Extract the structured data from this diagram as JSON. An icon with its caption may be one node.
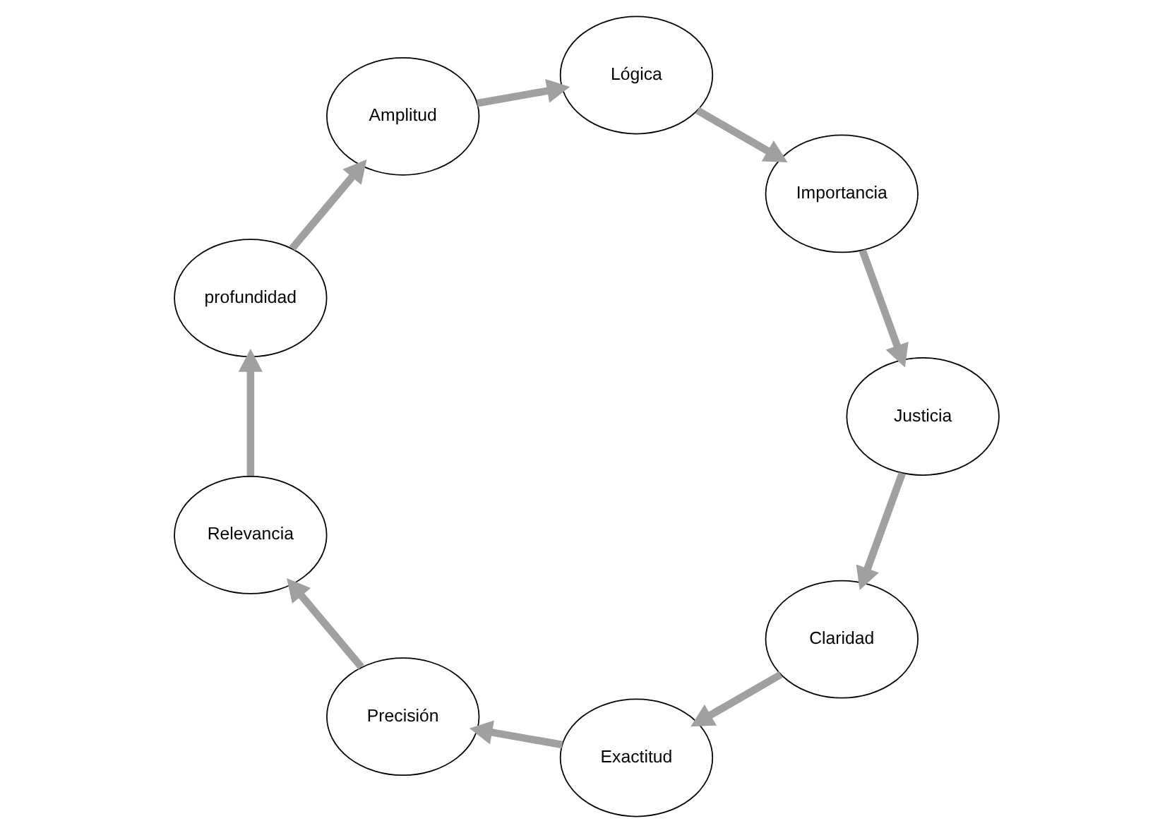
{
  "diagram": {
    "nodes": [
      {
        "text": [
          "Claridad"
        ]
      },
      {
        "text": [
          "Exactitud"
        ]
      },
      {
        "text": [
          "Precisión"
        ]
      },
      {
        "text": [
          "Relevancia"
        ]
      },
      {
        "text": [
          "profundidad"
        ]
      },
      {
        "text": [
          "Amplitud"
        ]
      },
      {
        "text": [
          "Lógica"
        ]
      },
      {
        "text": [
          "Importancia"
        ]
      },
      {
        "text": [
          "Justicia"
        ]
      }
    ],
    "edges": [
      {
        "from": 0,
        "to": 1,
        "arrow": "to"
      },
      {
        "from": 1,
        "to": 2,
        "arrow": "to"
      },
      {
        "from": 2,
        "to": 3,
        "arrow": "to"
      },
      {
        "from": 3,
        "to": 4,
        "arrow": "to"
      },
      {
        "from": 4,
        "to": 5,
        "arrow": "to"
      },
      {
        "from": 5,
        "to": 6,
        "arrow": "to"
      },
      {
        "from": 6,
        "to": 7,
        "arrow": "to"
      },
      {
        "from": 7,
        "to": 8,
        "arrow": "to"
      },
      {
        "from": 8,
        "to": 0,
        "arrow": "to"
      }
    ]
  }
}
